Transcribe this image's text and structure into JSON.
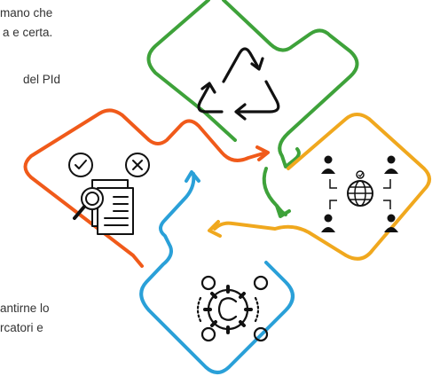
{
  "text_fragments": {
    "line1": "mano che",
    "line2": "a e certa.",
    "line3": "del PId",
    "line4": "antirne  lo",
    "line5": "rcatori   e"
  },
  "diagram": {
    "nodes": [
      {
        "id": "recycle",
        "icon": "recycle-arrows-icon",
        "color": "#3ea23a"
      },
      {
        "id": "review",
        "icon": "document-check-magnifier-icon",
        "color": "#f05a1a"
      },
      {
        "id": "network",
        "icon": "global-people-network-icon",
        "color": "#f0a81e"
      },
      {
        "id": "copyright",
        "icon": "copyright-gears-icon",
        "color": "#2aa0d8"
      }
    ]
  }
}
